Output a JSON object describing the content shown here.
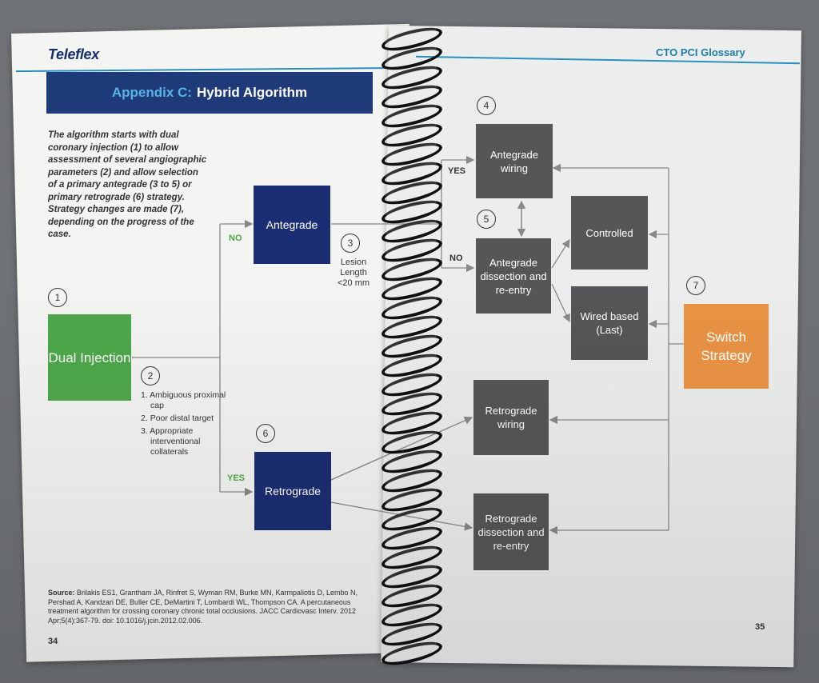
{
  "header": {
    "brand": "Teleflex",
    "glossary_title": "CTO PCI Glossary"
  },
  "appendix": {
    "prefix": "Appendix C:",
    "title": "Hybrid Algorithm"
  },
  "intro": "The algorithm starts with dual coronary injection (1) to allow assessment of several angiographic parameters (2) and allow selection of a primary antegrade (3 to 5) or primary retrograde (6) strategy. Strategy changes are made (7), depending on the progress of the case.",
  "nodes": {
    "dual_injection": "Dual Injection",
    "antegrade": "Antegrade",
    "retrograde": "Retrograde",
    "antegrade_wiring": "Antegrade wiring",
    "antegrade_dissection": "Antegrade dissection and re-entry",
    "controlled": "Controlled",
    "wired_based": "Wired based (Last)",
    "retrograde_wiring": "Retrograde wiring",
    "retrograde_dissection": "Retrograde dissection and re-entry",
    "switch_strategy": "Switch Strategy"
  },
  "step_numbers": [
    "1",
    "2",
    "3",
    "4",
    "5",
    "6",
    "7"
  ],
  "labels": {
    "no_left": "NO",
    "yes_left": "YES",
    "yes_right": "YES",
    "no_right": "NO",
    "lesion_line1": "Lesion",
    "lesion_line2": "Length",
    "lesion_line3": "<20 mm"
  },
  "criteria": [
    {
      "num": "1.",
      "text": "Ambiguous proximal cap"
    },
    {
      "num": "2.",
      "text": "Poor distal target"
    },
    {
      "num": "3.",
      "text": "Appropriate interventional collaterals"
    }
  ],
  "source": {
    "label": "Source:",
    "text": "Brilakis ES1, Grantham JA, Rinfret S, Wyman RM, Burke MN, Karmpaliotis D, Lembo N, Pershad A, Kandzari DE, Buller CE, DeMartini T, Lombardi WL, Thompson CA. A percutaneous treatment algorithm for crossing coronary chronic total occlusions. JACC Cardiovasc Interv. 2012 Apr;5(4):367-79. doi: 10.1016/j.jcin.2012.02.006."
  },
  "page_numbers": {
    "left": "34",
    "right": "35"
  },
  "colors": {
    "navy": "#1c2e73",
    "green": "#4ea84a",
    "orange": "#ea9344",
    "gray": "#555657",
    "accent_blue": "#2a8fbf"
  }
}
